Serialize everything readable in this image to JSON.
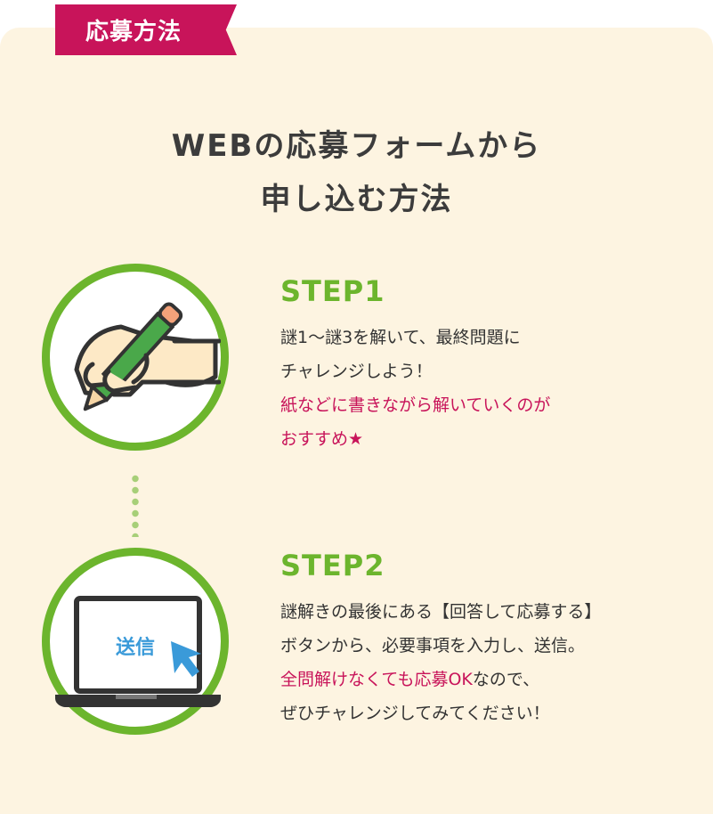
{
  "section": {
    "tag": "応募方法"
  },
  "headline": {
    "line1": "WEBの応募フォームから",
    "line2": "申し込む方法"
  },
  "steps": [
    {
      "label": "STEP1",
      "lines": [
        "謎1〜謎3を解いて、最終問題に",
        "チャレンジしよう！"
      ],
      "highlight_lines": [
        "紙などに書きながら解いていくのが",
        "おすすめ★"
      ],
      "icon": "hand-writing-pencil-icon"
    },
    {
      "label": "STEP2",
      "lines": [
        "謎解きの最後にある【回答して応募する】",
        "ボタンから、必要事項を入力し、送信。"
      ],
      "highlight": "全問解けなくても応募OK",
      "highlight_rest": "なので、",
      "last_line": "ぜひチャレンジしてみてください！",
      "icon": "laptop-send-icon",
      "screen_label": "送信"
    }
  ],
  "colors": {
    "accent": "#c8145a",
    "green": "#6cb52d",
    "panel": "#fdf4e1",
    "pencil": "#4aa84a",
    "blue": "#3a9ad9"
  }
}
